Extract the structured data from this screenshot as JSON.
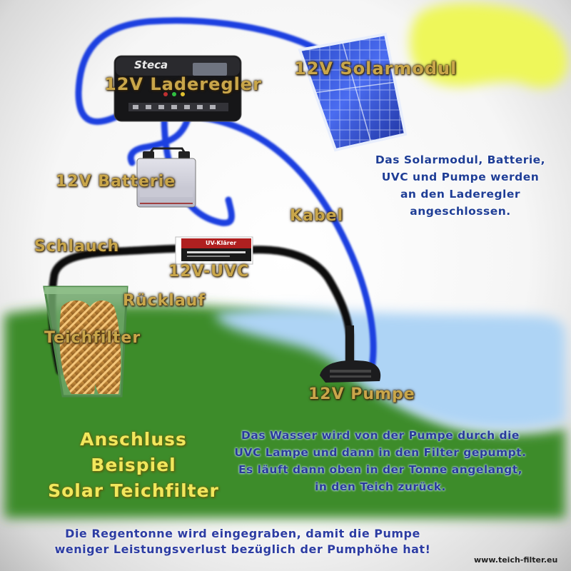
{
  "components": {
    "laderegler": "12V Laderegler",
    "solarmodul": "12V Solarmodul",
    "batterie": "12V Batterie",
    "kabel": "Kabel",
    "schlauch": "Schlauch",
    "uvc": "12V-UVC",
    "ruecklauf": "Rücklauf",
    "teichfilter": "Teichfilter",
    "pumpe": "12V Pumpe"
  },
  "device_text": {
    "controller_brand": "Steca",
    "uvc_brand": "UV-Klärer"
  },
  "notes": {
    "anschluss": [
      "Das Solarmodul, Batterie,",
      "UVC und Pumpe werden",
      "an den Laderegler",
      "angeschlossen."
    ],
    "wasser": [
      "Das Wasser wird von der Pumpe durch die",
      "UVC Lampe und dann in den Filter gepumpt.",
      "Es läuft dann oben in der Tonne angelangt,",
      "in den Teich zurück."
    ],
    "regentonne": [
      "Die Regentonne wird eingegraben, damit die Pumpe",
      "weniger Leistungsverlust bezüglich der Pumphöhe hat!"
    ]
  },
  "title_lines": [
    "Anschluss",
    "Beispiel",
    "Solar Teichfilter"
  ],
  "website": "www.teich-filter.eu",
  "colors": {
    "sun": "#eef75a",
    "cable": "#1f3fe0",
    "hose": "#111111",
    "grass": "#3d8c2c",
    "water": "#aed4f5",
    "label_gold": "#c9a64a",
    "title_yellow": "#f1e75c"
  }
}
